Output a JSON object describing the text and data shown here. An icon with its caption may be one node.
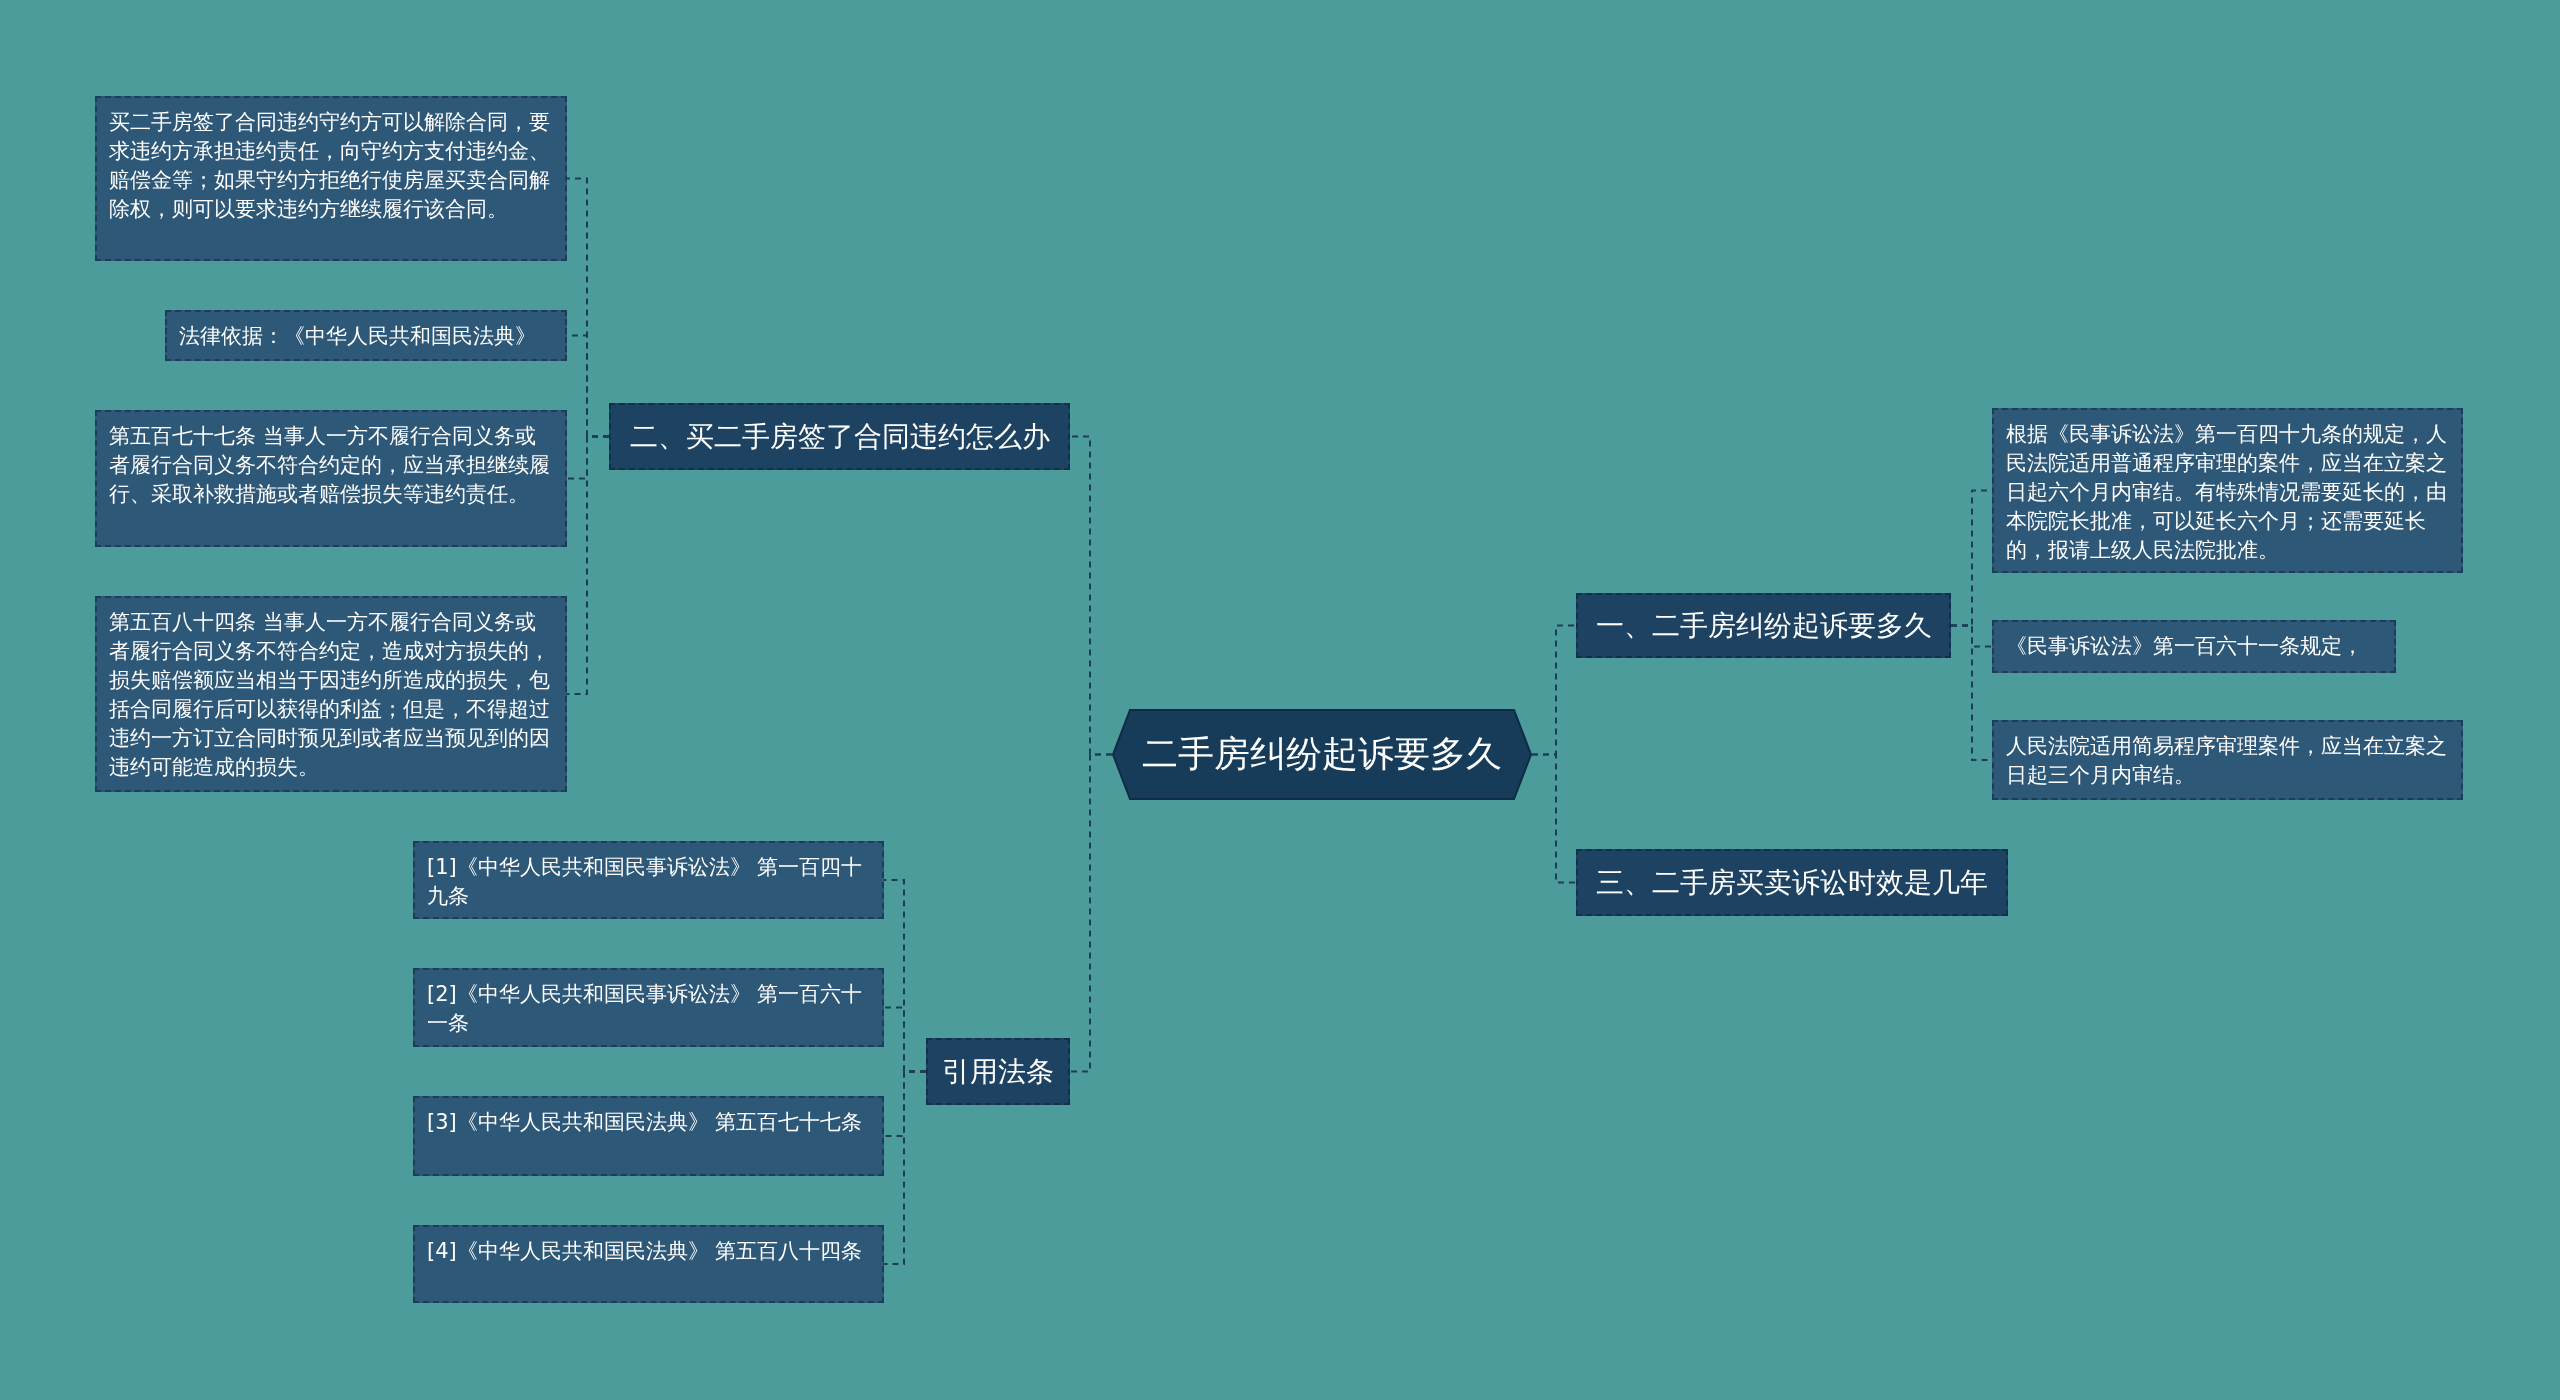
{
  "diagram": {
    "nodes": [
      {
        "text": [
          "二手房纠纷起诉要多久"
        ]
      },
      {
        "text": [
          "二、买二手房签了合同违约怎么办"
        ]
      },
      {
        "text": [
          "买二手房签了合同违约守约方可以解除合同，要求违约方承担违约责任，向守约方支付违约金、赔偿金等；如果守约方拒绝行使房屋买卖合同解除权，则可以要求违约方继续履行该合同。"
        ]
      },
      {
        "text": [
          "法律依据：《中华人民共和国民法典》"
        ]
      },
      {
        "text": [
          "第五百七十七条 当事人一方不履行合同义务或者履行合同义务不符合约定的，应当承担继续履行、采取补救措施或者赔偿损失等违约责任。"
        ]
      },
      {
        "text": [
          "第五百八十四条 当事人一方不履行合同义务或者履行合同义务不符合约定，造成对方损失的，损失赔偿额应当相当于因违约所造成的损失，包括合同履行后可以获得的利益；但是，不得超过违约一方订立合同时预见到或者应当预见到的因违约可能造成的损失。"
        ]
      },
      {
        "text": [
          "引用法条"
        ]
      },
      {
        "text": [
          "[1]《中华人民共和国民事诉讼法》 第一百四十九条"
        ]
      },
      {
        "text": [
          "[2]《中华人民共和国民事诉讼法》 第一百六十一条"
        ]
      },
      {
        "text": [
          "[3]《中华人民共和国民法典》 第五百七十七条"
        ]
      },
      {
        "text": [
          "[4]《中华人民共和国民法典》 第五百八十四条"
        ]
      },
      {
        "text": [
          "一、二手房纠纷起诉要多久"
        ]
      },
      {
        "text": [
          "根据《民事诉讼法》第一百四十九条的规定，人民法院适用普通程序审理的案件，应当在立案之日起六个月内审结。有特殊情况需要延长的，由本院院长批准，可以延长六个月；还需要延长的，报请上级人民法院批准。"
        ]
      },
      {
        "text": [
          "《民事诉讼法》第一百六十一条规定，"
        ]
      },
      {
        "text": [
          "人民法院适用简易程序审理案件，应当在立案之日起三个月内审结。"
        ]
      },
      {
        "text": [
          "三、二手房买卖诉讼时效是几年"
        ]
      }
    ],
    "edges": [
      {
        "from": 0,
        "to": 1,
        "arrow": "none"
      },
      {
        "from": 1,
        "to": 2,
        "arrow": "none"
      },
      {
        "from": 1,
        "to": 3,
        "arrow": "none"
      },
      {
        "from": 1,
        "to": 4,
        "arrow": "none"
      },
      {
        "from": 1,
        "to": 5,
        "arrow": "none"
      },
      {
        "from": 0,
        "to": 6,
        "arrow": "none"
      },
      {
        "from": 6,
        "to": 7,
        "arrow": "none"
      },
      {
        "from": 6,
        "to": 8,
        "arrow": "none"
      },
      {
        "from": 6,
        "to": 9,
        "arrow": "none"
      },
      {
        "from": 6,
        "to": 10,
        "arrow": "none"
      },
      {
        "from": 0,
        "to": 11,
        "arrow": "none"
      },
      {
        "from": 11,
        "to": 12,
        "arrow": "none"
      },
      {
        "from": 11,
        "to": 13,
        "arrow": "none"
      },
      {
        "from": 11,
        "to": 14,
        "arrow": "none"
      },
      {
        "from": 0,
        "to": 15,
        "arrow": "none"
      }
    ]
  }
}
